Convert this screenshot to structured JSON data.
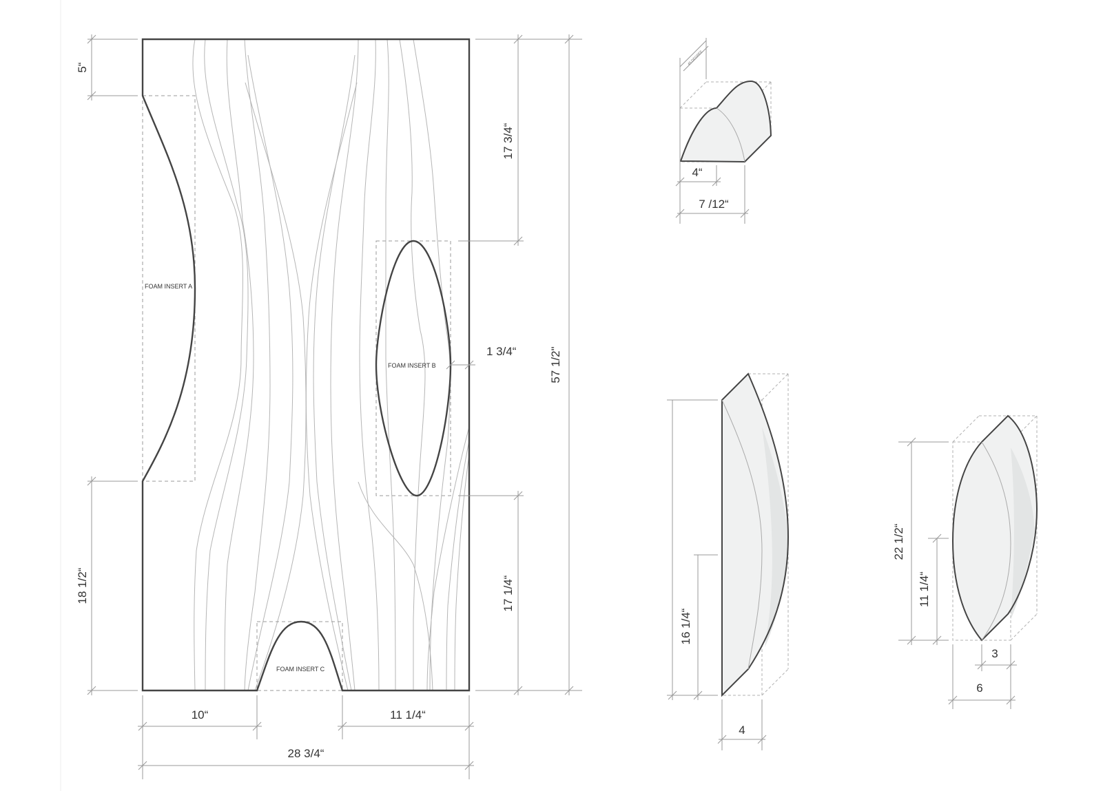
{
  "labels": {
    "insert_a": "FOAM INSERT A",
    "insert_b": "FOAM INSERT B",
    "insert_c": "FOAM INSERT C"
  },
  "dimensions": {
    "top_offset": "5“",
    "upper_right": "17 3/4“",
    "lower_left": "18 1/2“",
    "lower_right": "17 1/4“",
    "total_height": "57 1/2\"",
    "insert_b_gap": "1 3/4“",
    "bottom_left_width": "10“",
    "bottom_right_width": "11 1/4“",
    "total_width": "28 3/4“"
  },
  "piece_a": {
    "width_small": "4“",
    "width_large": "7 /12“",
    "tilt_note": "45 DEGREE"
  },
  "piece_b": {
    "height": "16 1/4“",
    "width": "4"
  },
  "piece_c": {
    "height_total": "22 1/2“",
    "height_half": "11 1/4“",
    "width_small": "3",
    "width_large": "6"
  },
  "colors": {
    "outline": "#444444",
    "dash": "#999999",
    "fill": "#f0f1f1",
    "contour": "#aaaaaa"
  }
}
